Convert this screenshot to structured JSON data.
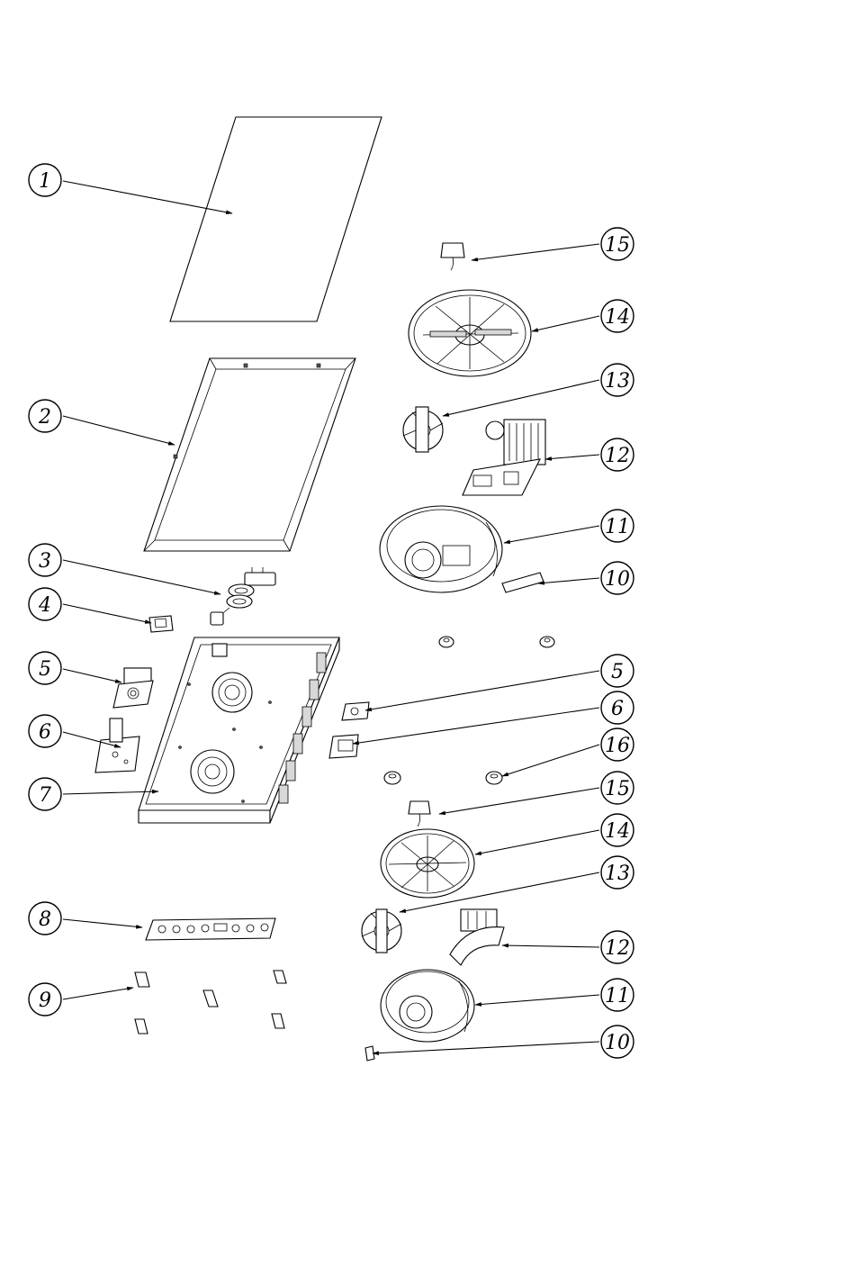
{
  "callouts": [
    {
      "id": "c1",
      "label": "1"
    },
    {
      "id": "c2",
      "label": "2"
    },
    {
      "id": "c3",
      "label": "3"
    },
    {
      "id": "c4",
      "label": "4"
    },
    {
      "id": "c5a",
      "label": "5"
    },
    {
      "id": "c6a",
      "label": "6"
    },
    {
      "id": "c7",
      "label": "7"
    },
    {
      "id": "c8",
      "label": "8"
    },
    {
      "id": "c9",
      "label": "9"
    },
    {
      "id": "c15a",
      "label": "15"
    },
    {
      "id": "c14a",
      "label": "14"
    },
    {
      "id": "c13a",
      "label": "13"
    },
    {
      "id": "c12a",
      "label": "12"
    },
    {
      "id": "c11a",
      "label": "11"
    },
    {
      "id": "c10a",
      "label": "10"
    },
    {
      "id": "c5b",
      "label": "5"
    },
    {
      "id": "c6b",
      "label": "6"
    },
    {
      "id": "c16",
      "label": "16"
    },
    {
      "id": "c15b",
      "label": "15"
    },
    {
      "id": "c14b",
      "label": "14"
    },
    {
      "id": "c13b",
      "label": "13"
    },
    {
      "id": "c12b",
      "label": "12"
    },
    {
      "id": "c11b",
      "label": "11"
    },
    {
      "id": "c10b",
      "label": "10"
    }
  ]
}
